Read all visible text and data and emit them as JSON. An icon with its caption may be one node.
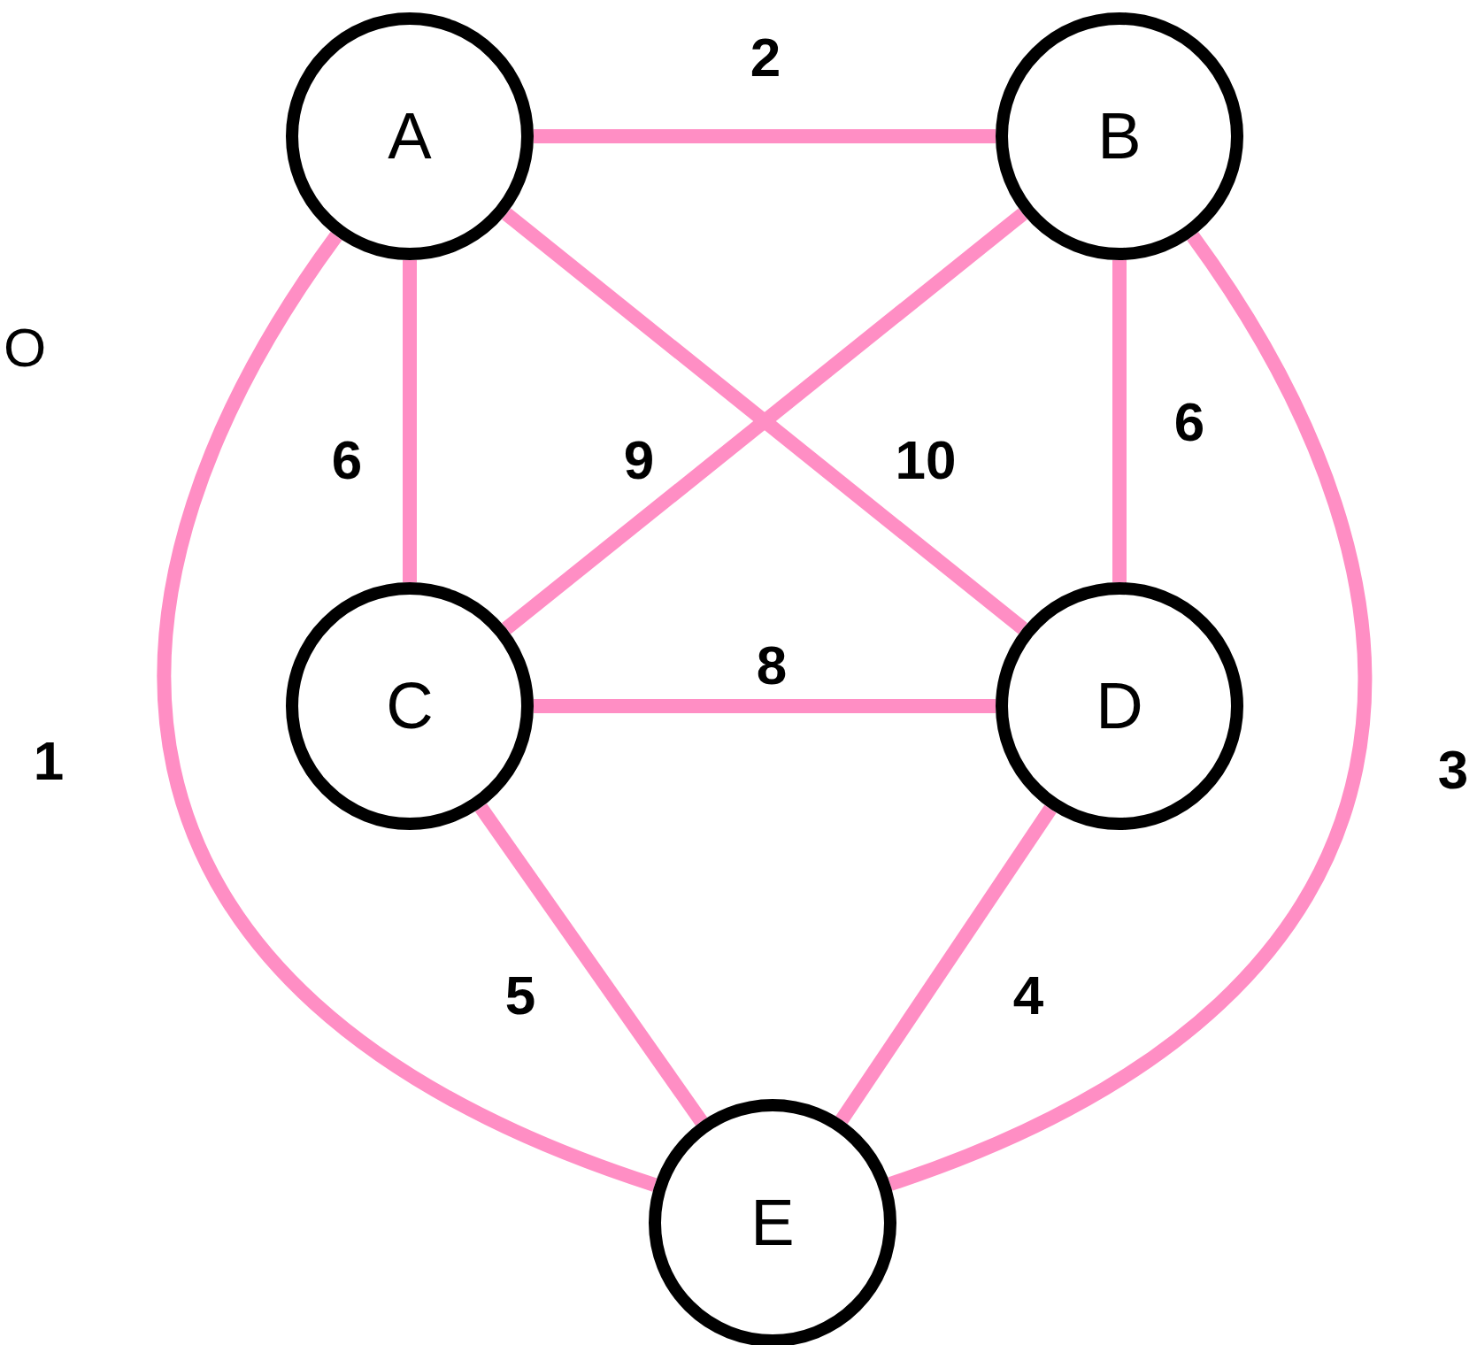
{
  "diagram": {
    "nodes": [
      {
        "text": [
          "A"
        ]
      },
      {
        "text": [
          "B"
        ]
      },
      {
        "text": [
          "C"
        ]
      },
      {
        "text": [
          "D"
        ]
      },
      {
        "text": [
          "E"
        ]
      }
    ],
    "edges": [
      {
        "from": 0,
        "to": 1,
        "arrow": "none",
        "label": "2"
      },
      {
        "from": 0,
        "to": 2,
        "arrow": "none",
        "label": "6"
      },
      {
        "from": 1,
        "to": 2,
        "arrow": "none",
        "label": "9"
      },
      {
        "from": 0,
        "to": 3,
        "arrow": "none",
        "label": "10"
      },
      {
        "from": 1,
        "to": 3,
        "arrow": "none",
        "label": "6"
      },
      {
        "from": 2,
        "to": 3,
        "arrow": "none",
        "label": "8"
      },
      {
        "from": 2,
        "to": 4,
        "arrow": "none",
        "label": "5"
      },
      {
        "from": 3,
        "to": 4,
        "arrow": "none",
        "label": "4"
      },
      {
        "from": 0,
        "to": 4,
        "arrow": "none",
        "label": "1"
      },
      {
        "from": 1,
        "to": 4,
        "arrow": "none",
        "label": "3"
      }
    ],
    "labels": [
      "O"
    ]
  }
}
